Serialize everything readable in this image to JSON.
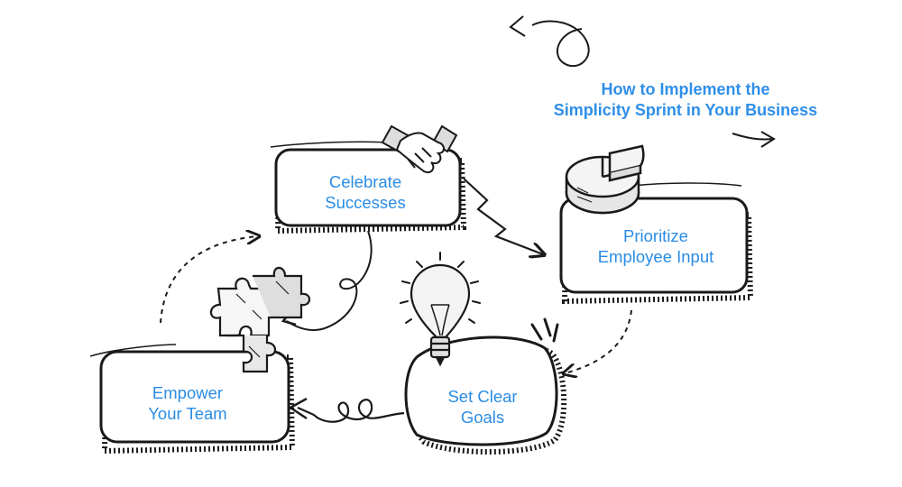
{
  "title": {
    "line1": "How to Implement the",
    "line2": "Simplicity Sprint in Your Business"
  },
  "steps": [
    {
      "id": "celebrate",
      "line1": "Celebrate",
      "line2": "Successes",
      "icon": "handshake-icon"
    },
    {
      "id": "prioritize",
      "line1": "Prioritize",
      "line2": "Employee Input",
      "icon": "pie-chart-icon"
    },
    {
      "id": "goals",
      "line1": "Set Clear",
      "line2": "Goals",
      "icon": "lightbulb-icon"
    },
    {
      "id": "empower",
      "line1": "Empower",
      "line2": "Your Team",
      "icon": "puzzle-icon"
    }
  ],
  "colors": {
    "text": "#2b8ce4",
    "ink": "#1a1a1a"
  }
}
